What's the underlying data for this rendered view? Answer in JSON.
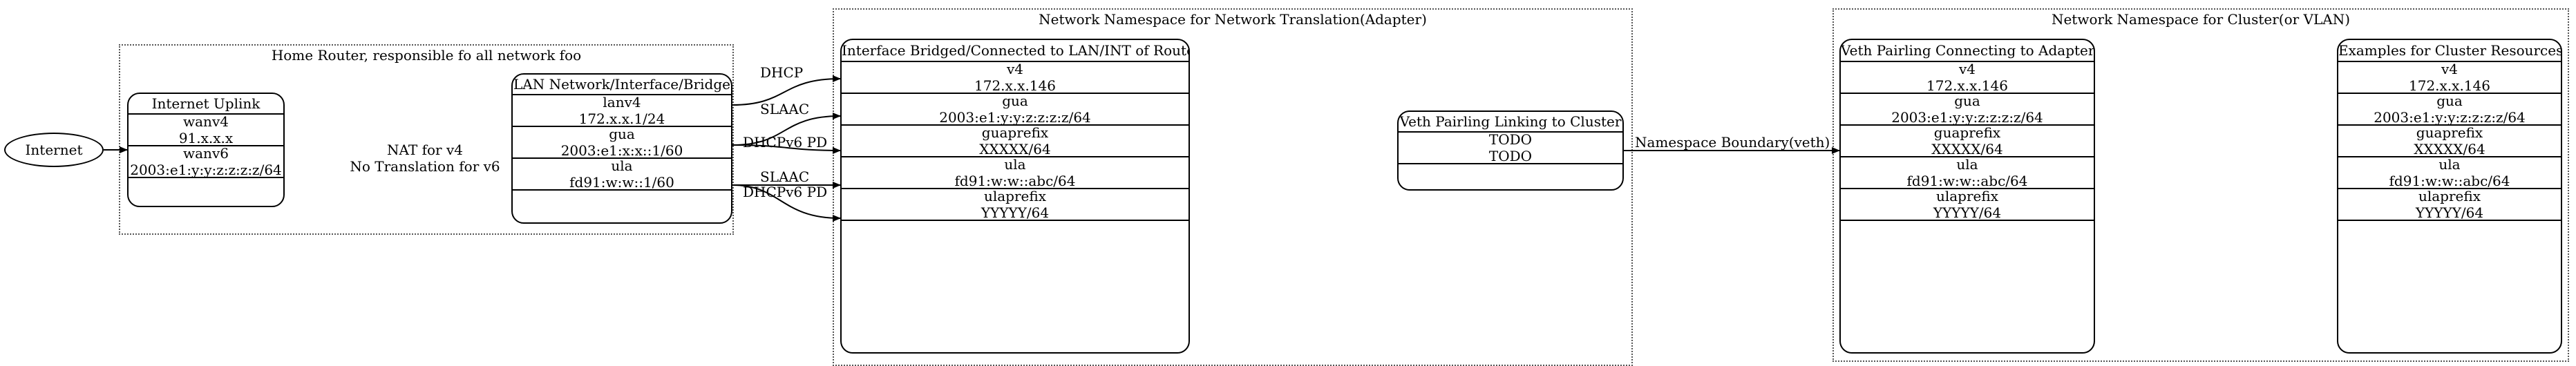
{
  "internet_node": "Internet",
  "home_router": {
    "title": "Home Router, responsible fo all network foo",
    "nat_note": [
      "NAT for v4",
      "No Translation for v6"
    ],
    "uplink": {
      "title": "Internet Uplink",
      "fields": [
        [
          "wanv4",
          "91.x.x.x"
        ],
        [
          "wanv6",
          "2003:e1:y:y:z:z:z:z/64"
        ],
        []
      ]
    },
    "lan": {
      "title": "LAN Network/Interface/Bridge",
      "fields": [
        [
          "lanv4",
          "172.x.x.1/24"
        ],
        [
          "gua",
          "2003:e1:x:x::1/60"
        ],
        [
          "ula",
          "fd91:w:w::1/60"
        ],
        []
      ]
    }
  },
  "adapter_ns": {
    "title": "Network Namespace for Network Translation(Adapter)",
    "bridged": {
      "title": "Interface Bridged/Connected to LAN/INT of Router",
      "fields": [
        [
          "v4",
          "172.x.x.146"
        ],
        [
          "gua",
          "2003:e1:y:y:z:z:z:z/64"
        ],
        [
          "guaprefix",
          "XXXXX/64"
        ],
        [
          "ula",
          "fd91:w:w::abc/64"
        ],
        [
          "ulaprefix",
          "YYYYY/64"
        ],
        []
      ]
    },
    "veth": {
      "title": "Veth Pairling Linking to Cluster",
      "fields": [
        [
          "TODO",
          "TODO"
        ],
        []
      ]
    }
  },
  "cluster_ns": {
    "title": "Network Namespace for Cluster(or VLAN)",
    "veth": {
      "title": "Veth Pairling Connecting to Adapter",
      "fields": [
        [
          "v4",
          "172.x.x.146"
        ],
        [
          "gua",
          "2003:e1:y:y:z:z:z:z/64"
        ],
        [
          "guaprefix",
          "XXXXX/64"
        ],
        [
          "ula",
          "fd91:w:w::abc/64"
        ],
        [
          "ulaprefix",
          "YYYYY/64"
        ],
        []
      ]
    },
    "examples": {
      "title": "Examples for Cluster Resources",
      "fields": [
        [
          "v4",
          "172.x.x.146"
        ],
        [
          "gua",
          "2003:e1:y:y:z:z:z:z/64"
        ],
        [
          "guaprefix",
          "XXXXX/64"
        ],
        [
          "ula",
          "fd91:w:w::abc/64"
        ],
        [
          "ulaprefix",
          "YYYYY/64"
        ],
        []
      ]
    }
  },
  "edges": {
    "dhcp": "DHCP",
    "slaac1": "SLAAC",
    "dhcpv6pd1": "DHCPv6 PD",
    "slaac2": "SLAAC",
    "dhcpv6pd2": "DHCPv6 PD",
    "namespace_boundary": "Namespace Boundary(veth)"
  },
  "colors": {
    "line": "#000000",
    "cluster_border": "#555555",
    "background": "#ffffff"
  }
}
